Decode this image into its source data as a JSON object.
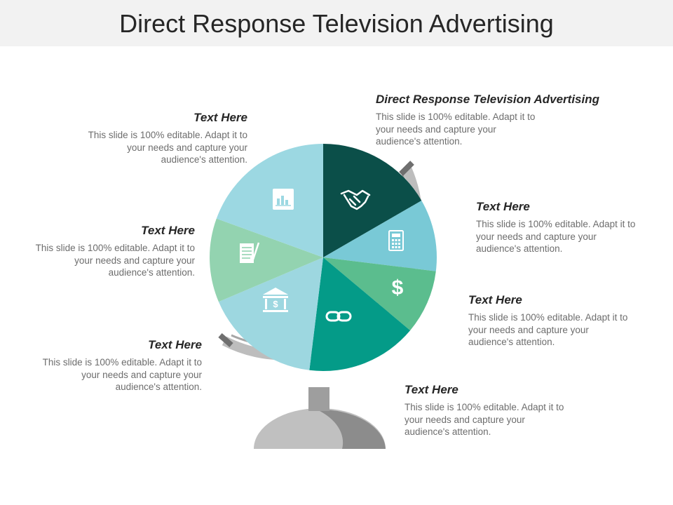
{
  "title": "Direct Response Television Advertising",
  "blocks": [
    {
      "heading": "Direct Response Television Advertising",
      "body": "This slide is 100% editable. Adapt it to your needs and capture your audience's attention."
    },
    {
      "heading": "Text Here",
      "body": "This slide is 100% editable. Adapt it to your needs and capture your audience's attention."
    },
    {
      "heading": "Text Here",
      "body": "This slide is 100% editable. Adapt it to your needs and capture your audience's attention."
    },
    {
      "heading": "Text Here",
      "body": "This slide is 100% editable. Adapt it to your needs and capture your audience's attention."
    },
    {
      "heading": "Text Here",
      "body": "This slide is 100% editable. Adapt it to your needs and capture your audience's attention."
    },
    {
      "heading": "Text Here",
      "body": "This slide is 100% editable. Adapt it to your needs and capture your audience's attention."
    },
    {
      "heading": "Text Here",
      "body": "This slide is 100% editable. Adapt it to your needs and capture your audience's attention."
    }
  ],
  "segments": [
    {
      "icon": "handshake-icon",
      "color": "#0b4f49"
    },
    {
      "icon": "calculator-icon",
      "color": "#79c9d6"
    },
    {
      "icon": "dollar-icon",
      "color": "#5bbd8e"
    },
    {
      "icon": "link-icon",
      "color": "#049b88"
    },
    {
      "icon": "bank-icon",
      "color": "#9dd7e0"
    },
    {
      "icon": "notepad-icon",
      "color": "#93d3b0"
    },
    {
      "icon": "bar-chart-icon",
      "color": "#9cd8e2"
    }
  ],
  "colors": {
    "stand": "#bdbdbd",
    "stand_dark": "#8f8f8f",
    "title_bg": "#f2f2f2"
  }
}
